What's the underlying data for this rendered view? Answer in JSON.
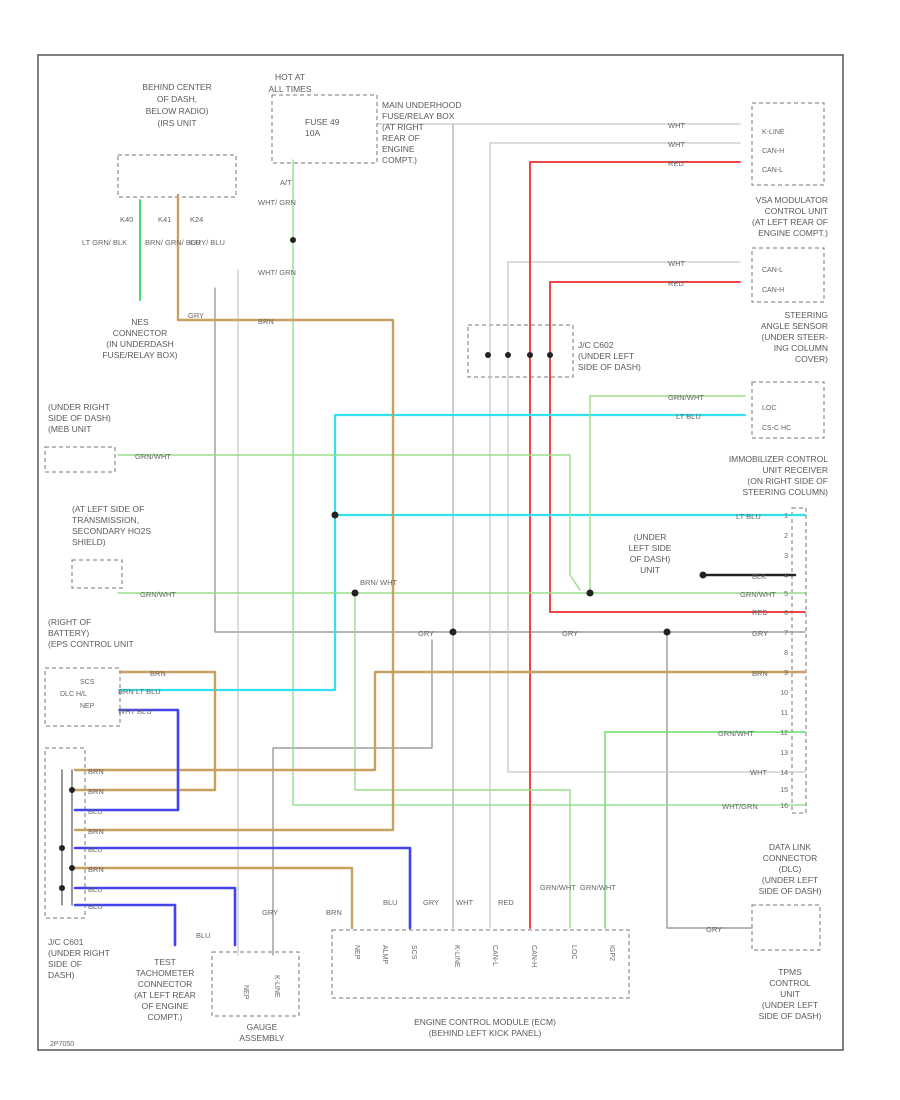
{
  "labels": {
    "dash_center": [
      "BEHIND CENTER",
      "OF DASH,",
      "BELOW RADIO)",
      "(IRS UNIT"
    ],
    "hot_at": [
      "HOT AT",
      "ALL TIMES"
    ],
    "fuse": [
      "FUSE 49",
      "10A"
    ],
    "main_fuse_box": [
      "MAIN UNDERHOOD",
      "FUSE/RELAY BOX",
      "(AT RIGHT",
      "REAR OF",
      "ENGINE",
      "COMPT.)"
    ],
    "nes_connector": [
      "NES",
      "CONNECTOR",
      "(IN UNDERDASH",
      "FUSE/RELAY BOX)"
    ],
    "vsa": [
      "VSA MODULATOR",
      "CONTROL UNIT",
      "(AT LEFT REAR OF",
      "ENGINE COMPT.)"
    ],
    "jc_c602": [
      "J/C C602",
      "(UNDER LEFT",
      "SIDE OF DASH)"
    ],
    "steering_sensor": [
      "STEERING",
      "ANGLE SENSOR",
      "(UNDER STEER-",
      "ING COLUMN",
      "COVER)"
    ],
    "under_right_dash": [
      "(UNDER RIGHT",
      "SIDE OF DASH)",
      "(MEB UNIT"
    ],
    "immobilizer": [
      "IMMOBILIZER CONTROL",
      "UNIT RECEIVER",
      "(ON RIGHT SIDE OF",
      "STEERING COLUMN)"
    ],
    "transmission": [
      "(AT LEFT SIDE OF",
      "TRANSMISSION,",
      "SECONDARY HO2S",
      "SHIELD)"
    ],
    "under_left_dash_unit": [
      "(UNDER",
      "LEFT SIDE",
      "OF DASH)",
      "UNIT"
    ],
    "eps": [
      "(RIGHT OF",
      "BATTERY)",
      "(EPS CONTROL UNIT"
    ],
    "eps_pins": [
      "SCS",
      "DLC H/L",
      "NEP"
    ],
    "jc_c601": [
      "J/C C601",
      "(UNDER RIGHT",
      "SIDE OF",
      "DASH)"
    ],
    "tacho": [
      "TEST",
      "TACHOMETER",
      "CONNECTOR",
      "(AT LEFT REAR",
      "OF ENGINE",
      "COMPT.)"
    ],
    "gauge": [
      "GAUGE",
      "ASSEMBLY"
    ],
    "ecm": [
      "ENGINE CONTROL MODULE (ECM)",
      "(BEHIND LEFT KICK PANEL)"
    ],
    "dlc": [
      "DATA LINK",
      "CONNECTOR",
      "(DLC)",
      "(UNDER LEFT",
      "SIDE OF DASH)"
    ],
    "tpms": [
      "TPMS",
      "CONTROL",
      "UNIT",
      "(UNDER LEFT",
      "SIDE OF DASH)"
    ],
    "figure_code": "2P7050"
  },
  "pins": {
    "vsa_module_top": [
      "K-LINE",
      "CAN-H",
      "CAN-L"
    ],
    "vsa_unit": [
      "CAN-L",
      "CAN-H"
    ],
    "steering": [
      "LOC",
      "CS-C HC"
    ],
    "ecm": [
      "NEP",
      "ALMP",
      "SCS",
      "K-LINE",
      "CAN-L",
      "CAN-H",
      "LOC",
      "IGP2"
    ],
    "gauge": [
      "NEP",
      "K-LINE"
    ],
    "right_column": [
      "1",
      "2",
      "3",
      "4",
      "5",
      "6",
      "7",
      "8",
      "9",
      "10",
      "11",
      "12",
      "13",
      "14",
      "15",
      "16"
    ]
  },
  "wire_labels": {
    "grn_wht": "GRN/WHT",
    "lt_blu": "LT BLU",
    "red": "RED",
    "wht": "WHT",
    "blu": "BLU",
    "gry": "GRY",
    "brn": "BRN",
    "blk": "BLK",
    "wht_grn": "WHT/GRN",
    "lt_grn_blk": "LT GRN/ BLK",
    "brn_grn_blu": "BRN/ GRN/ BLU",
    "gry_blu": "GRY/ BLU",
    "wht_grn_v": "WHT/ GRN",
    "brn_wht": "BRN/ WHT",
    "brn_lt_blu": "BRN LT BLU",
    "sp_blu": "WHT BLU",
    "a_t": "A/T",
    "k40": "K40",
    "k41": "K41",
    "k24": "K24"
  },
  "colors": {
    "brn": "#c8a060",
    "lt_blu": "#33e0ee",
    "red": "#ee4444",
    "grn_wht": "#99dd88",
    "lt_grn": "#44dd66",
    "blu": "#4444ee",
    "gry": "#8a8a8a",
    "wht": "#c8c8c8",
    "frame": "#555555"
  }
}
